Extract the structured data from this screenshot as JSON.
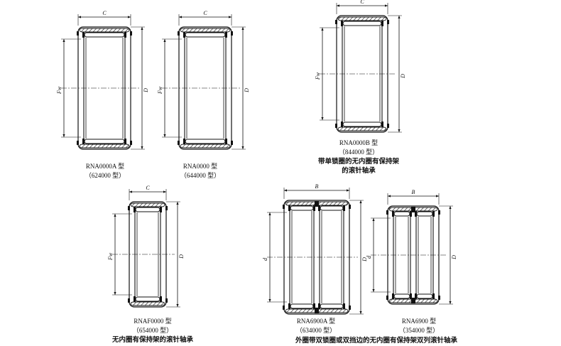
{
  "bearings": [
    {
      "id": "rna0000a",
      "model": "RNA0000A 型",
      "code": "（624000 型）",
      "desc": "",
      "width_label": "C",
      "diameter_label": "D",
      "bore_label": "Fw"
    },
    {
      "id": "rna0000",
      "model": "RNA0000 型",
      "code": "（644000 型）",
      "desc": "",
      "width_label": "C",
      "diameter_label": "D",
      "bore_label": "Fw"
    },
    {
      "id": "rna0000b",
      "model": "RNA0000B 型",
      "code": "（844000 型）",
      "desc": "带单锁圈的无内圈有保持架\n的滚针轴承",
      "width_label": "C",
      "diameter_label": "D",
      "bore_label": "Fw"
    },
    {
      "id": "rnaf0000",
      "model": "RNAF0000 型",
      "code": "（654000 型）",
      "desc": "无内圈有保持架的滚针轴承",
      "width_label": "C",
      "diameter_label": "D",
      "bore_label": "Fw"
    },
    {
      "id": "rna6900a",
      "model": "RNA6900A 型",
      "code": "（634000 型）",
      "desc": "",
      "width_label": "B",
      "diameter_label": "D",
      "bore_label": "d"
    },
    {
      "id": "rna6900",
      "model": "RNA6900 型",
      "code": "（354000 型）",
      "desc": "",
      "width_label": "B",
      "diameter_label": "D",
      "bore_label": "d"
    }
  ],
  "shared_caption": "外圈带双锁圈或双挡边的无内圈有保持架双列滚针轴承"
}
